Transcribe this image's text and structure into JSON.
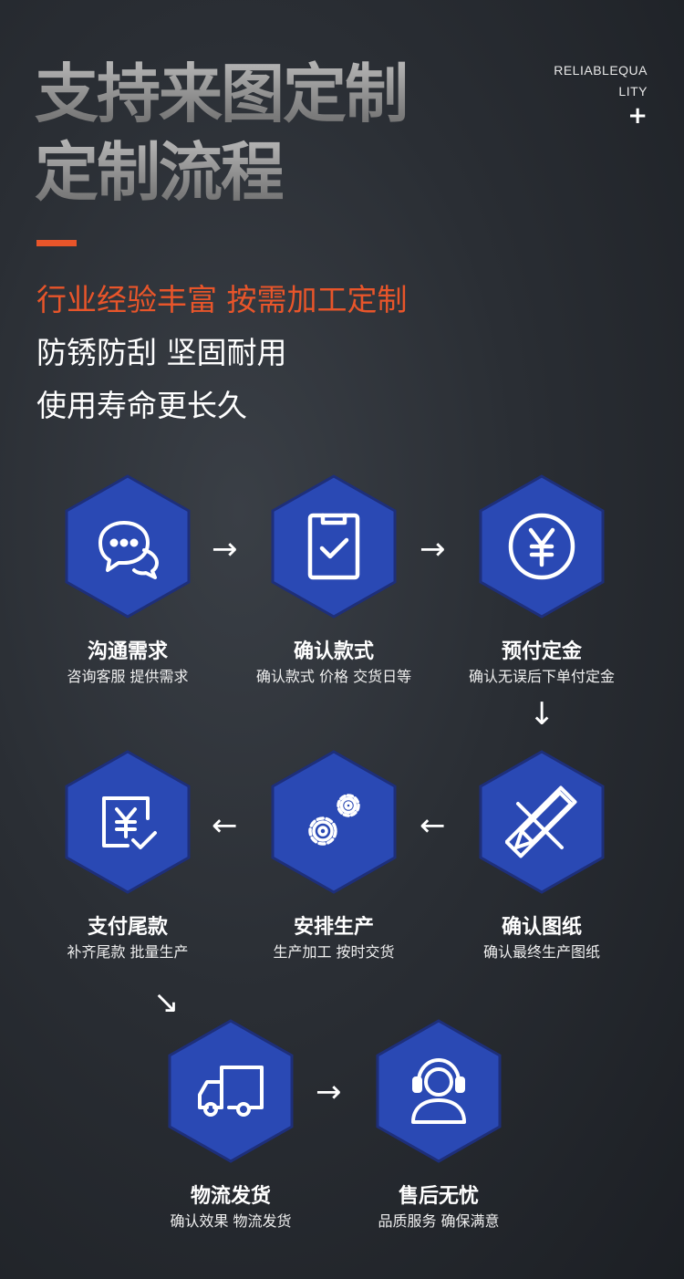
{
  "header": {
    "title_line1": "支持来图定制",
    "title_line2": "定制流程",
    "brand_text": "RELIABLEQUALITY",
    "brand_mark": "+"
  },
  "slogans": {
    "line1": "行业经验丰富 按需加工定制",
    "line2": "防锈防刮 坚固耐用",
    "line3": "使用寿命更长久"
  },
  "colors": {
    "accent": "#e8552a",
    "hex_fill": "#2a49b4",
    "hex_border": "#1e2f7a",
    "title_gray": "#9b9b9b"
  },
  "steps": [
    {
      "icon": "chat-bubbles-icon",
      "title": "沟通需求",
      "subtitle": "咨询客服 提供需求"
    },
    {
      "icon": "clipboard-check-icon",
      "title": "确认款式",
      "subtitle": "确认款式 价格 交货日等"
    },
    {
      "icon": "yen-coin-icon",
      "title": "预付定金",
      "subtitle": "确认无误后下单付定金"
    },
    {
      "icon": "ruler-pencil-icon",
      "title": "确认图纸",
      "subtitle": "确认最终生产图纸"
    },
    {
      "icon": "gears-icon",
      "title": "安排生产",
      "subtitle": "生产加工 按时交货"
    },
    {
      "icon": "yen-bill-check-icon",
      "title": "支付尾款",
      "subtitle": "补齐尾款 批量生产"
    },
    {
      "icon": "delivery-truck-icon",
      "title": "物流发货",
      "subtitle": "确认效果 物流发货"
    },
    {
      "icon": "headset-user-icon",
      "title": "售后无忧",
      "subtitle": "品质服务 确保满意"
    }
  ],
  "arrows": {
    "right": "→",
    "left": "←",
    "down": "↓",
    "down_right": "↘"
  }
}
